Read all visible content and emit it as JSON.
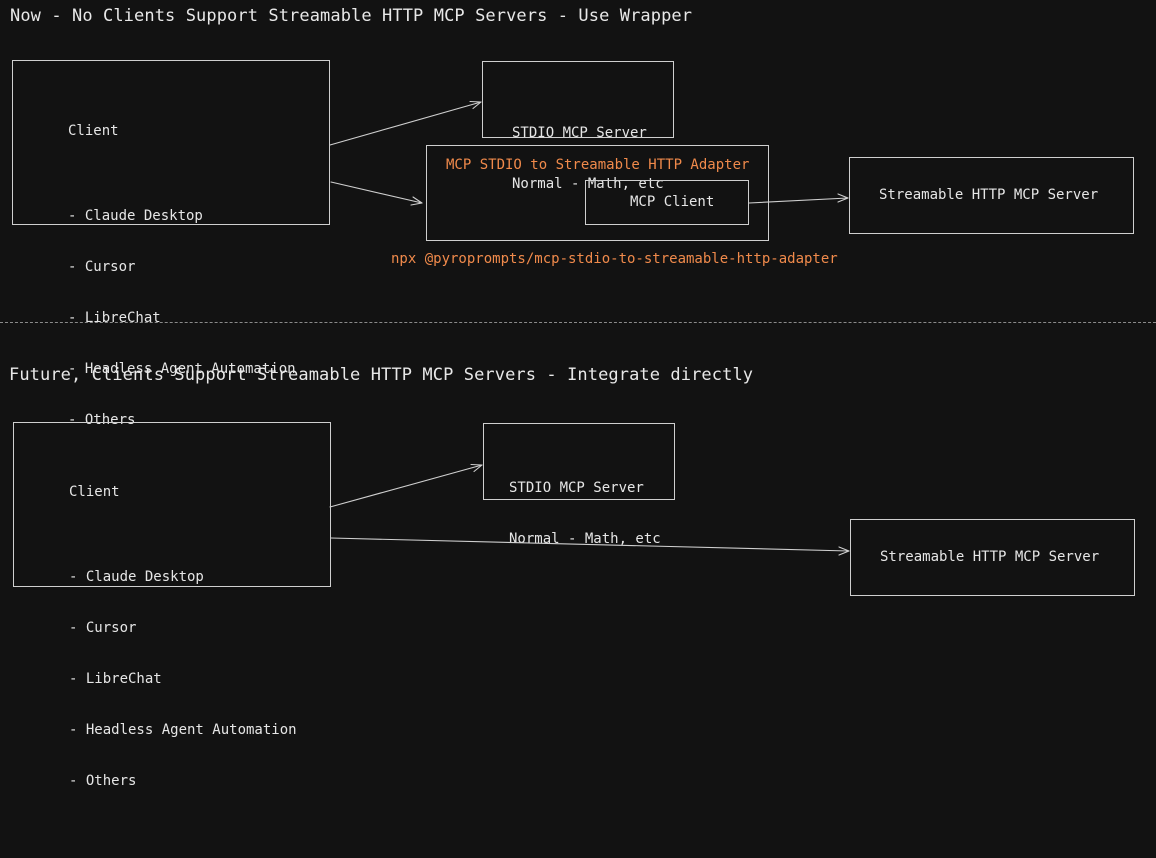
{
  "top": {
    "title": "Now - No Clients Support Streamable HTTP MCP Servers - Use Wrapper",
    "client": {
      "heading": "Client",
      "items": [
        "- Claude Desktop",
        "- Cursor",
        "- LibreChat",
        "- Headless Agent Automation",
        "- Others"
      ]
    },
    "stdio_server": {
      "line1": "STDIO MCP Server",
      "line2": "Normal - Math, etc"
    },
    "adapter": {
      "title": "MCP STDIO to Streamable HTTP Adapter",
      "inner_client": "MCP Client"
    },
    "http_server": "Streamable HTTP MCP Server",
    "command": "npx @pyroprompts/mcp-stdio-to-streamable-http-adapter"
  },
  "bottom": {
    "title": "Future, Clients Support Streamable HTTP MCP Servers - Integrate directly",
    "client": {
      "heading": "Client",
      "items": [
        "- Claude Desktop",
        "- Cursor",
        "- LibreChat",
        "- Headless Agent Automation",
        "- Others"
      ]
    },
    "stdio_server": {
      "line1": "STDIO MCP Server",
      "line2": "Normal - Math, etc"
    },
    "http_server": "Streamable HTTP MCP Server"
  },
  "colors": {
    "background": "#121212",
    "stroke": "#cfcfcf",
    "text": "#e6e6e6",
    "accent": "#f08a4b"
  }
}
